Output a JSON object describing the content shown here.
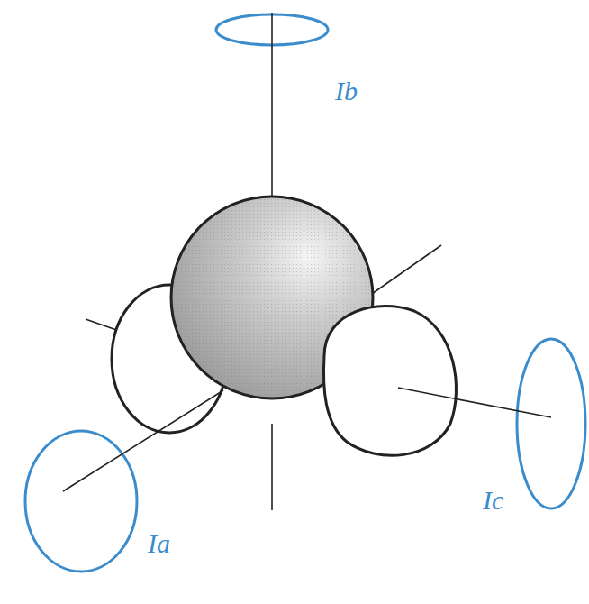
{
  "diagram": {
    "labels": [
      "Ib",
      "Ic",
      "Ia"
    ]
  }
}
